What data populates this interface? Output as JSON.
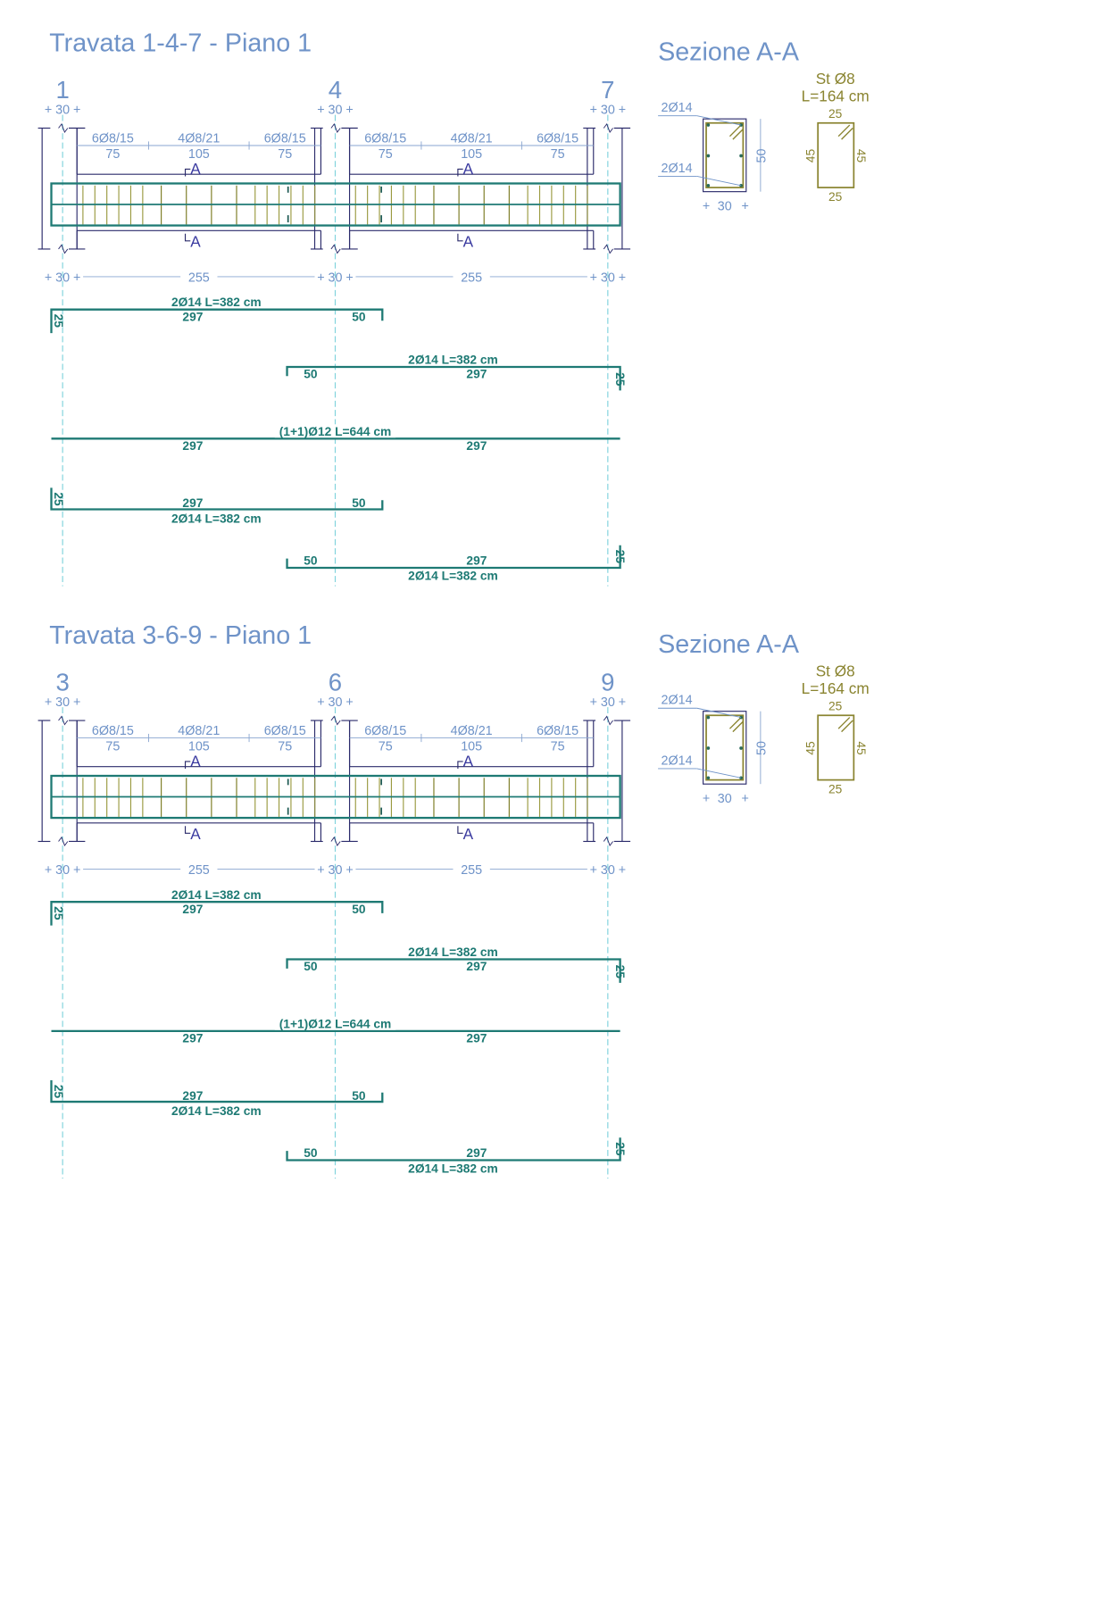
{
  "beams": [
    {
      "title": "Travata 1-4-7 - Piano 1",
      "columns": [
        "1",
        "4",
        "7"
      ],
      "column_width": "30",
      "spans": [
        {
          "length": "255",
          "stirrups": [
            {
              "label": "6Ø8/15",
              "len": "75"
            },
            {
              "label": "4Ø8/21",
              "len": "105"
            },
            {
              "label": "6Ø8/15",
              "len": "75"
            }
          ]
        },
        {
          "length": "255",
          "stirrups": [
            {
              "label": "6Ø8/15",
              "len": "75"
            },
            {
              "label": "4Ø8/21",
              "len": "105"
            },
            {
              "label": "6Ø8/15",
              "len": "75"
            }
          ]
        }
      ],
      "section_mark": "A",
      "bars": [
        {
          "label": "2Ø14 L=382 cm",
          "main": "297",
          "hook": "50",
          "bend": "25"
        },
        {
          "label": "2Ø14 L=382 cm",
          "main": "297",
          "hook": "50",
          "bend": "25"
        },
        {
          "label": "(1+1)Ø12 L=644 cm",
          "left": "297",
          "right": "297"
        },
        {
          "label": "2Ø14 L=382 cm",
          "main": "297",
          "hook": "50",
          "bend": "25"
        },
        {
          "label": "2Ø14 L=382 cm",
          "main": "297",
          "hook": "50",
          "bend": "25"
        }
      ],
      "section": {
        "title": "Sezione A-A",
        "top_bars": "2Ø14",
        "bottom_bars": "2Ø14",
        "width": "30",
        "height": "50",
        "stirrup": {
          "name": "St Ø8",
          "length": "L=164 cm",
          "top": "25",
          "bottom": "25",
          "left": "45",
          "right": "45"
        }
      }
    },
    {
      "title": "Travata 3-6-9 - Piano 1",
      "columns": [
        "3",
        "6",
        "9"
      ],
      "column_width": "30",
      "spans": [
        {
          "length": "255",
          "stirrups": [
            {
              "label": "6Ø8/15",
              "len": "75"
            },
            {
              "label": "4Ø8/21",
              "len": "105"
            },
            {
              "label": "6Ø8/15",
              "len": "75"
            }
          ]
        },
        {
          "length": "255",
          "stirrups": [
            {
              "label": "6Ø8/15",
              "len": "75"
            },
            {
              "label": "4Ø8/21",
              "len": "105"
            },
            {
              "label": "6Ø8/15",
              "len": "75"
            }
          ]
        }
      ],
      "section_mark": "A",
      "bars": [
        {
          "label": "2Ø14 L=382 cm",
          "main": "297",
          "hook": "50",
          "bend": "25"
        },
        {
          "label": "2Ø14 L=382 cm",
          "main": "297",
          "hook": "50",
          "bend": "25"
        },
        {
          "label": "(1+1)Ø12 L=644 cm",
          "left": "297",
          "right": "297"
        },
        {
          "label": "2Ø14 L=382 cm",
          "main": "297",
          "hook": "50",
          "bend": "25"
        },
        {
          "label": "2Ø14 L=382 cm",
          "main": "297",
          "hook": "50",
          "bend": "25"
        }
      ],
      "section": {
        "title": "Sezione A-A",
        "top_bars": "2Ø14",
        "bottom_bars": "2Ø14",
        "width": "30",
        "height": "50",
        "stirrup": {
          "name": "St Ø8",
          "length": "L=164 cm",
          "top": "25",
          "bottom": "25",
          "left": "45",
          "right": "45"
        }
      }
    }
  ],
  "colors": {
    "title": "#6f93c8",
    "bar": "#1e7a74",
    "stirrup": "#8a8430",
    "outline": "#2b2b6b",
    "axis": "#7fd3dc"
  }
}
